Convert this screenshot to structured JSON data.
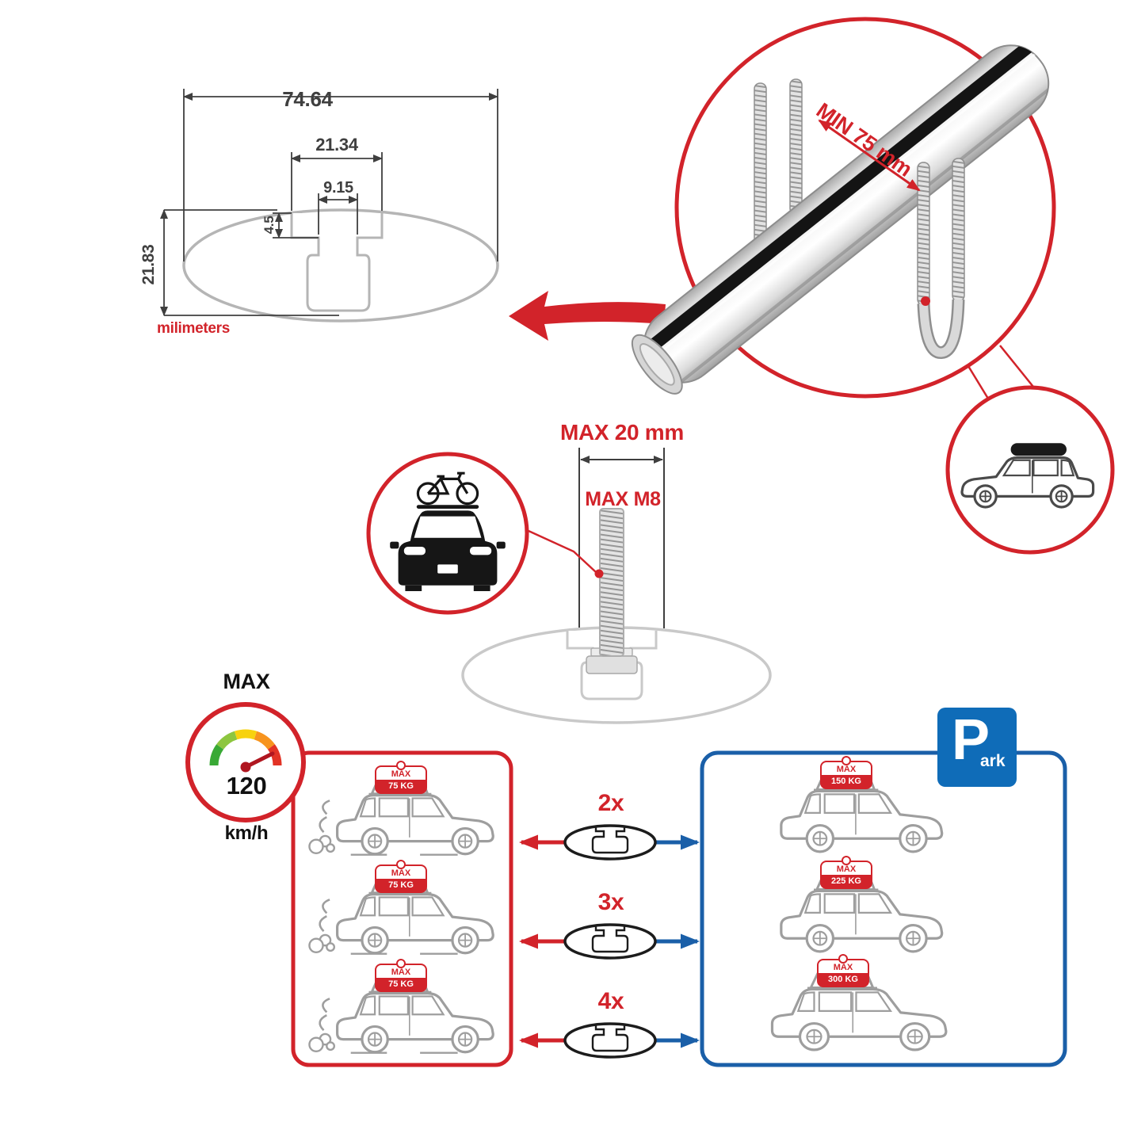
{
  "profile_dimensions": {
    "total_width": "74.64",
    "channel_outer_width": "21.34",
    "channel_inner_width": "9.15",
    "step_depth": "4.5",
    "total_height": "21.83",
    "units_label": "milimeters"
  },
  "clamp_detail": {
    "min_spacing_label": "MIN 75 mm"
  },
  "bolt_detail": {
    "max_length_label": "MAX 20 mm",
    "max_thread_label": "MAX M8"
  },
  "speed_gauge": {
    "title": "MAX",
    "value": "120",
    "units": "km/h"
  },
  "multipliers": [
    "2x",
    "3x",
    "4x"
  ],
  "driving_panel": {
    "cars": [
      {
        "tag_title": "MAX",
        "tag_value": "75 KG"
      },
      {
        "tag_title": "MAX",
        "tag_value": "75 KG"
      },
      {
        "tag_title": "MAX",
        "tag_value": "75 KG"
      }
    ]
  },
  "parked_panel": {
    "cars": [
      {
        "tag_title": "MAX",
        "tag_value": "150 KG"
      },
      {
        "tag_title": "MAX",
        "tag_value": "225 KG"
      },
      {
        "tag_title": "MAX",
        "tag_value": "300 KG"
      }
    ]
  },
  "park_sign": {
    "letter": "P",
    "suffix": "ark"
  },
  "colors": {
    "accent_red": "#d2232a",
    "accent_blue": "#1a5fa8",
    "park_blue": "#0f6cb8",
    "outline_gray": "#9e9e9e"
  }
}
